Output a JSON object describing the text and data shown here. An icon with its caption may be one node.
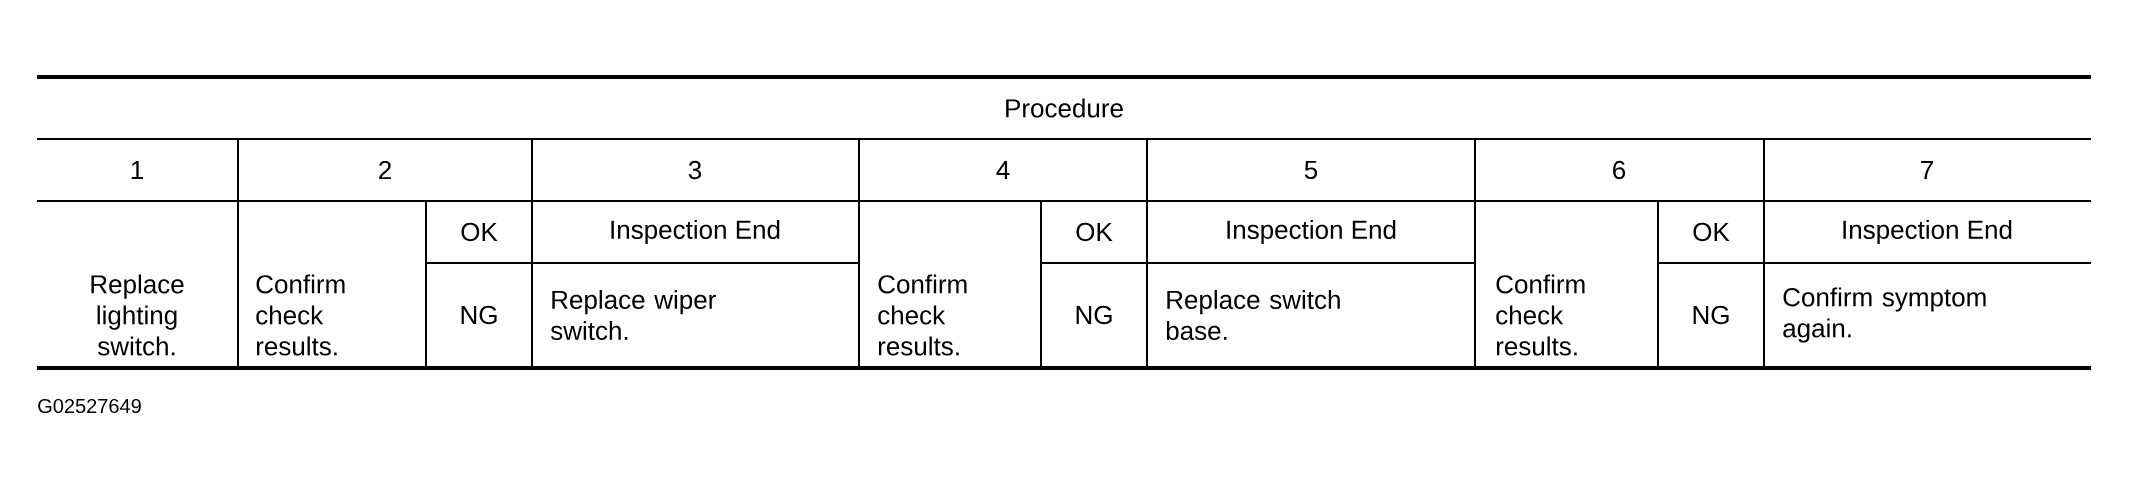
{
  "diagram": {
    "labels": [
      "Procedure",
      "1",
      "2",
      "3",
      "4",
      "5",
      "6",
      "7",
      "Replace lighting switch.",
      "Confirm check results.",
      "OK",
      "Inspection End",
      "Confirm check results.",
      "OK",
      "Inspection End",
      "Confirm check results.",
      "OK",
      "Inspection End",
      "NG",
      "Replace wiper switch.",
      "NG",
      "Replace switch base.",
      "NG",
      "Confirm symptom again.",
      "G02527649"
    ]
  }
}
